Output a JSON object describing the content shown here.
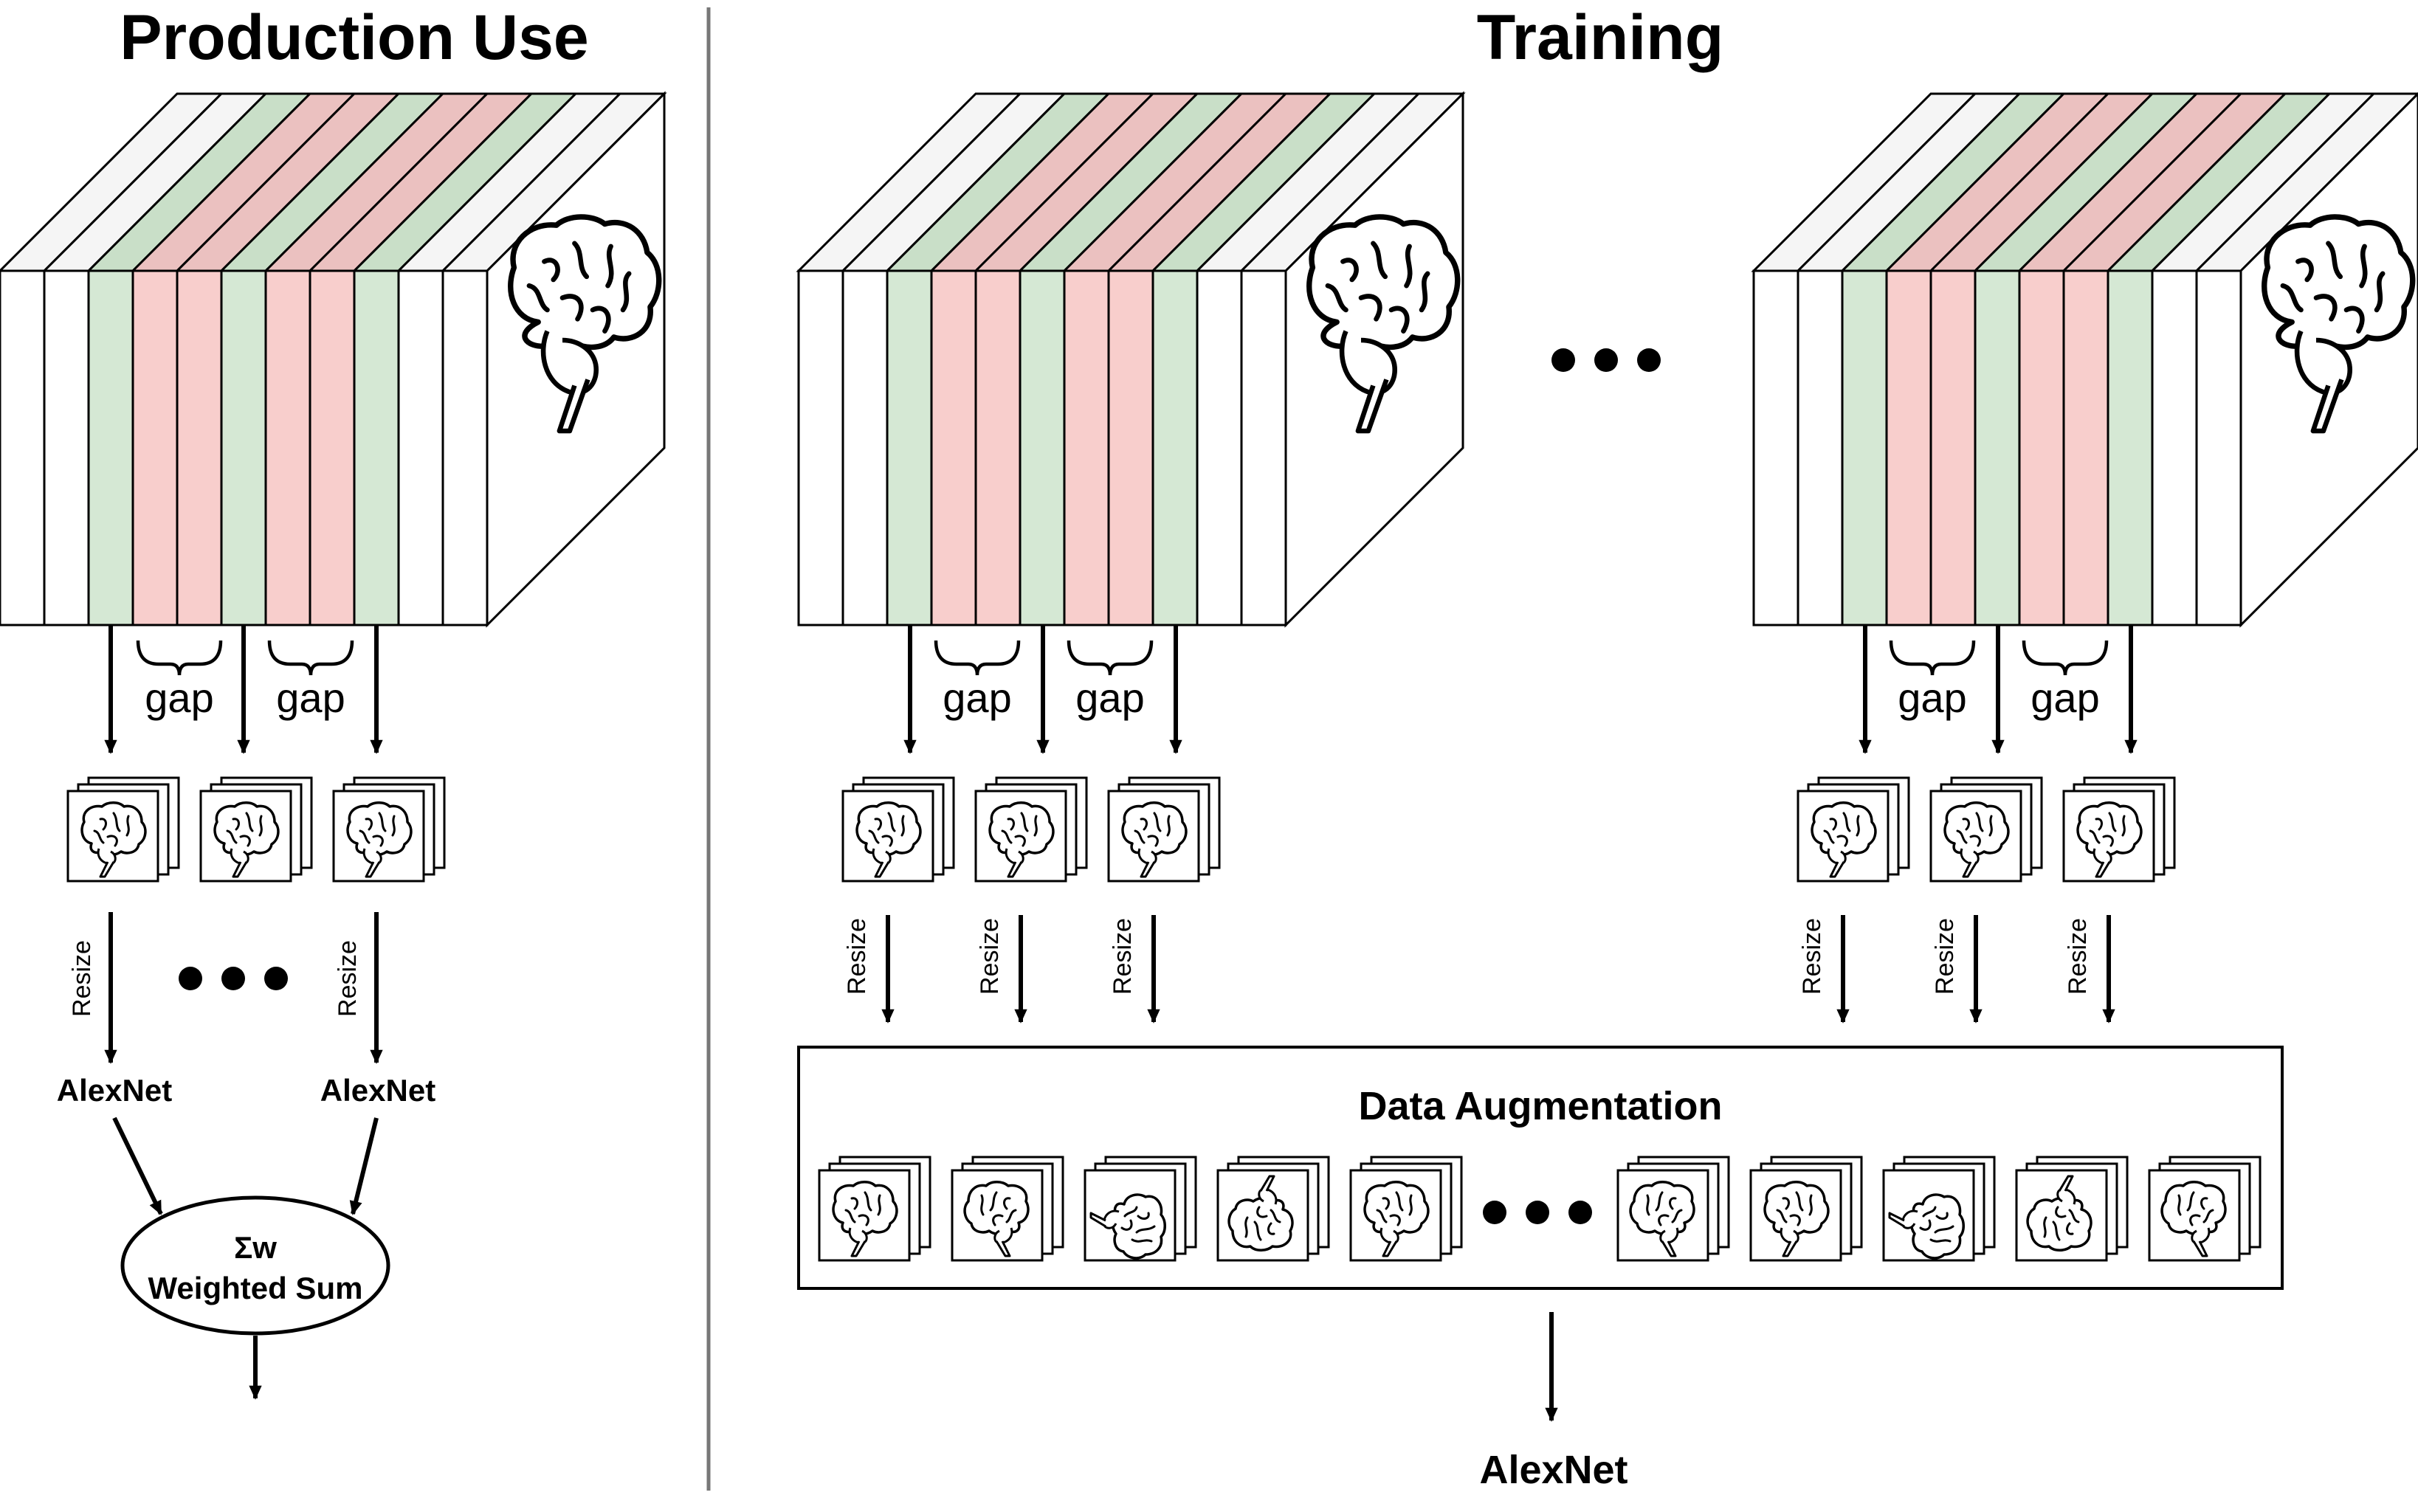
{
  "production": {
    "title": "Production Use",
    "gap_label": "gap",
    "resize_label": "Resize",
    "alexnet_label": "AlexNet",
    "sum_symbol": "Σw",
    "sum_label": "Weighted Sum"
  },
  "training": {
    "title": "Training",
    "gap_label": "gap",
    "resize_label": "Resize",
    "augmentation_title": "Data Augmentation",
    "alexnet_label": "AlexNet"
  },
  "colors": {
    "slice_white": "#ffffff",
    "slice_green": "#d5e8d4",
    "slice_red": "#f8cecc",
    "slice_top_white": "#f5f5f5",
    "slice_top_green": "#c9dfc8",
    "slice_top_red": "#ebc1c0",
    "stroke": "#000000",
    "divider": "#777777"
  },
  "slice_pattern": [
    "white",
    "white",
    "green",
    "red",
    "red",
    "green",
    "red",
    "red",
    "green",
    "white",
    "white"
  ],
  "icons": {
    "volume": "brain-mri-volume-icon",
    "slice_stack": "brain-slice-stack-icon",
    "ellipsis": "ellipsis-dots-icon"
  }
}
